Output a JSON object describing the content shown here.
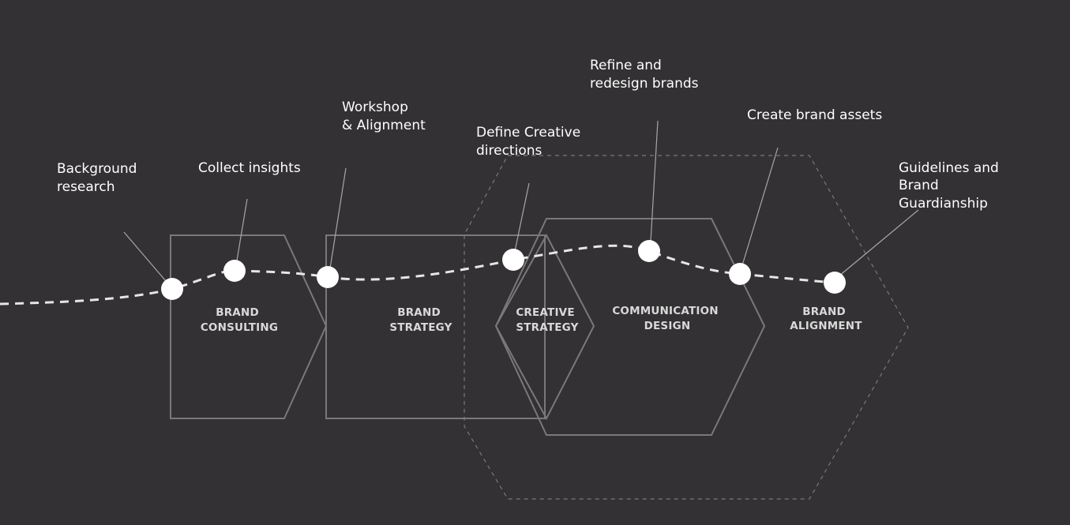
{
  "colors": {
    "background": "#333133",
    "shape_stroke": "#7a7879",
    "label_text": "#d9d9d9",
    "callout_text": "#ffffff",
    "node_fill": "#ffffff",
    "path_stroke": "#e6e6e6"
  },
  "stages": [
    {
      "line1": "BRAND",
      "line2": "CONSULTING"
    },
    {
      "line1": "BRAND",
      "line2": "STRATEGY"
    },
    {
      "line1": "CREATIVE",
      "line2": "STRATEGY"
    },
    {
      "line1": "COMMUNICATION",
      "line2": "DESIGN"
    },
    {
      "line1": "BRAND",
      "line2": "ALIGNMENT"
    }
  ],
  "steps": [
    {
      "lines": [
        "Background",
        "research"
      ]
    },
    {
      "lines": [
        "Collect insights"
      ]
    },
    {
      "lines": [
        "Workshop",
        "& Alignment"
      ]
    },
    {
      "lines": [
        "Define Creative",
        "directions"
      ]
    },
    {
      "lines": [
        "Refine and",
        "redesign brands"
      ]
    },
    {
      "lines": [
        "Create brand assets"
      ]
    },
    {
      "lines": [
        "Guidelines and",
        "Brand",
        "Guardianship"
      ]
    }
  ]
}
